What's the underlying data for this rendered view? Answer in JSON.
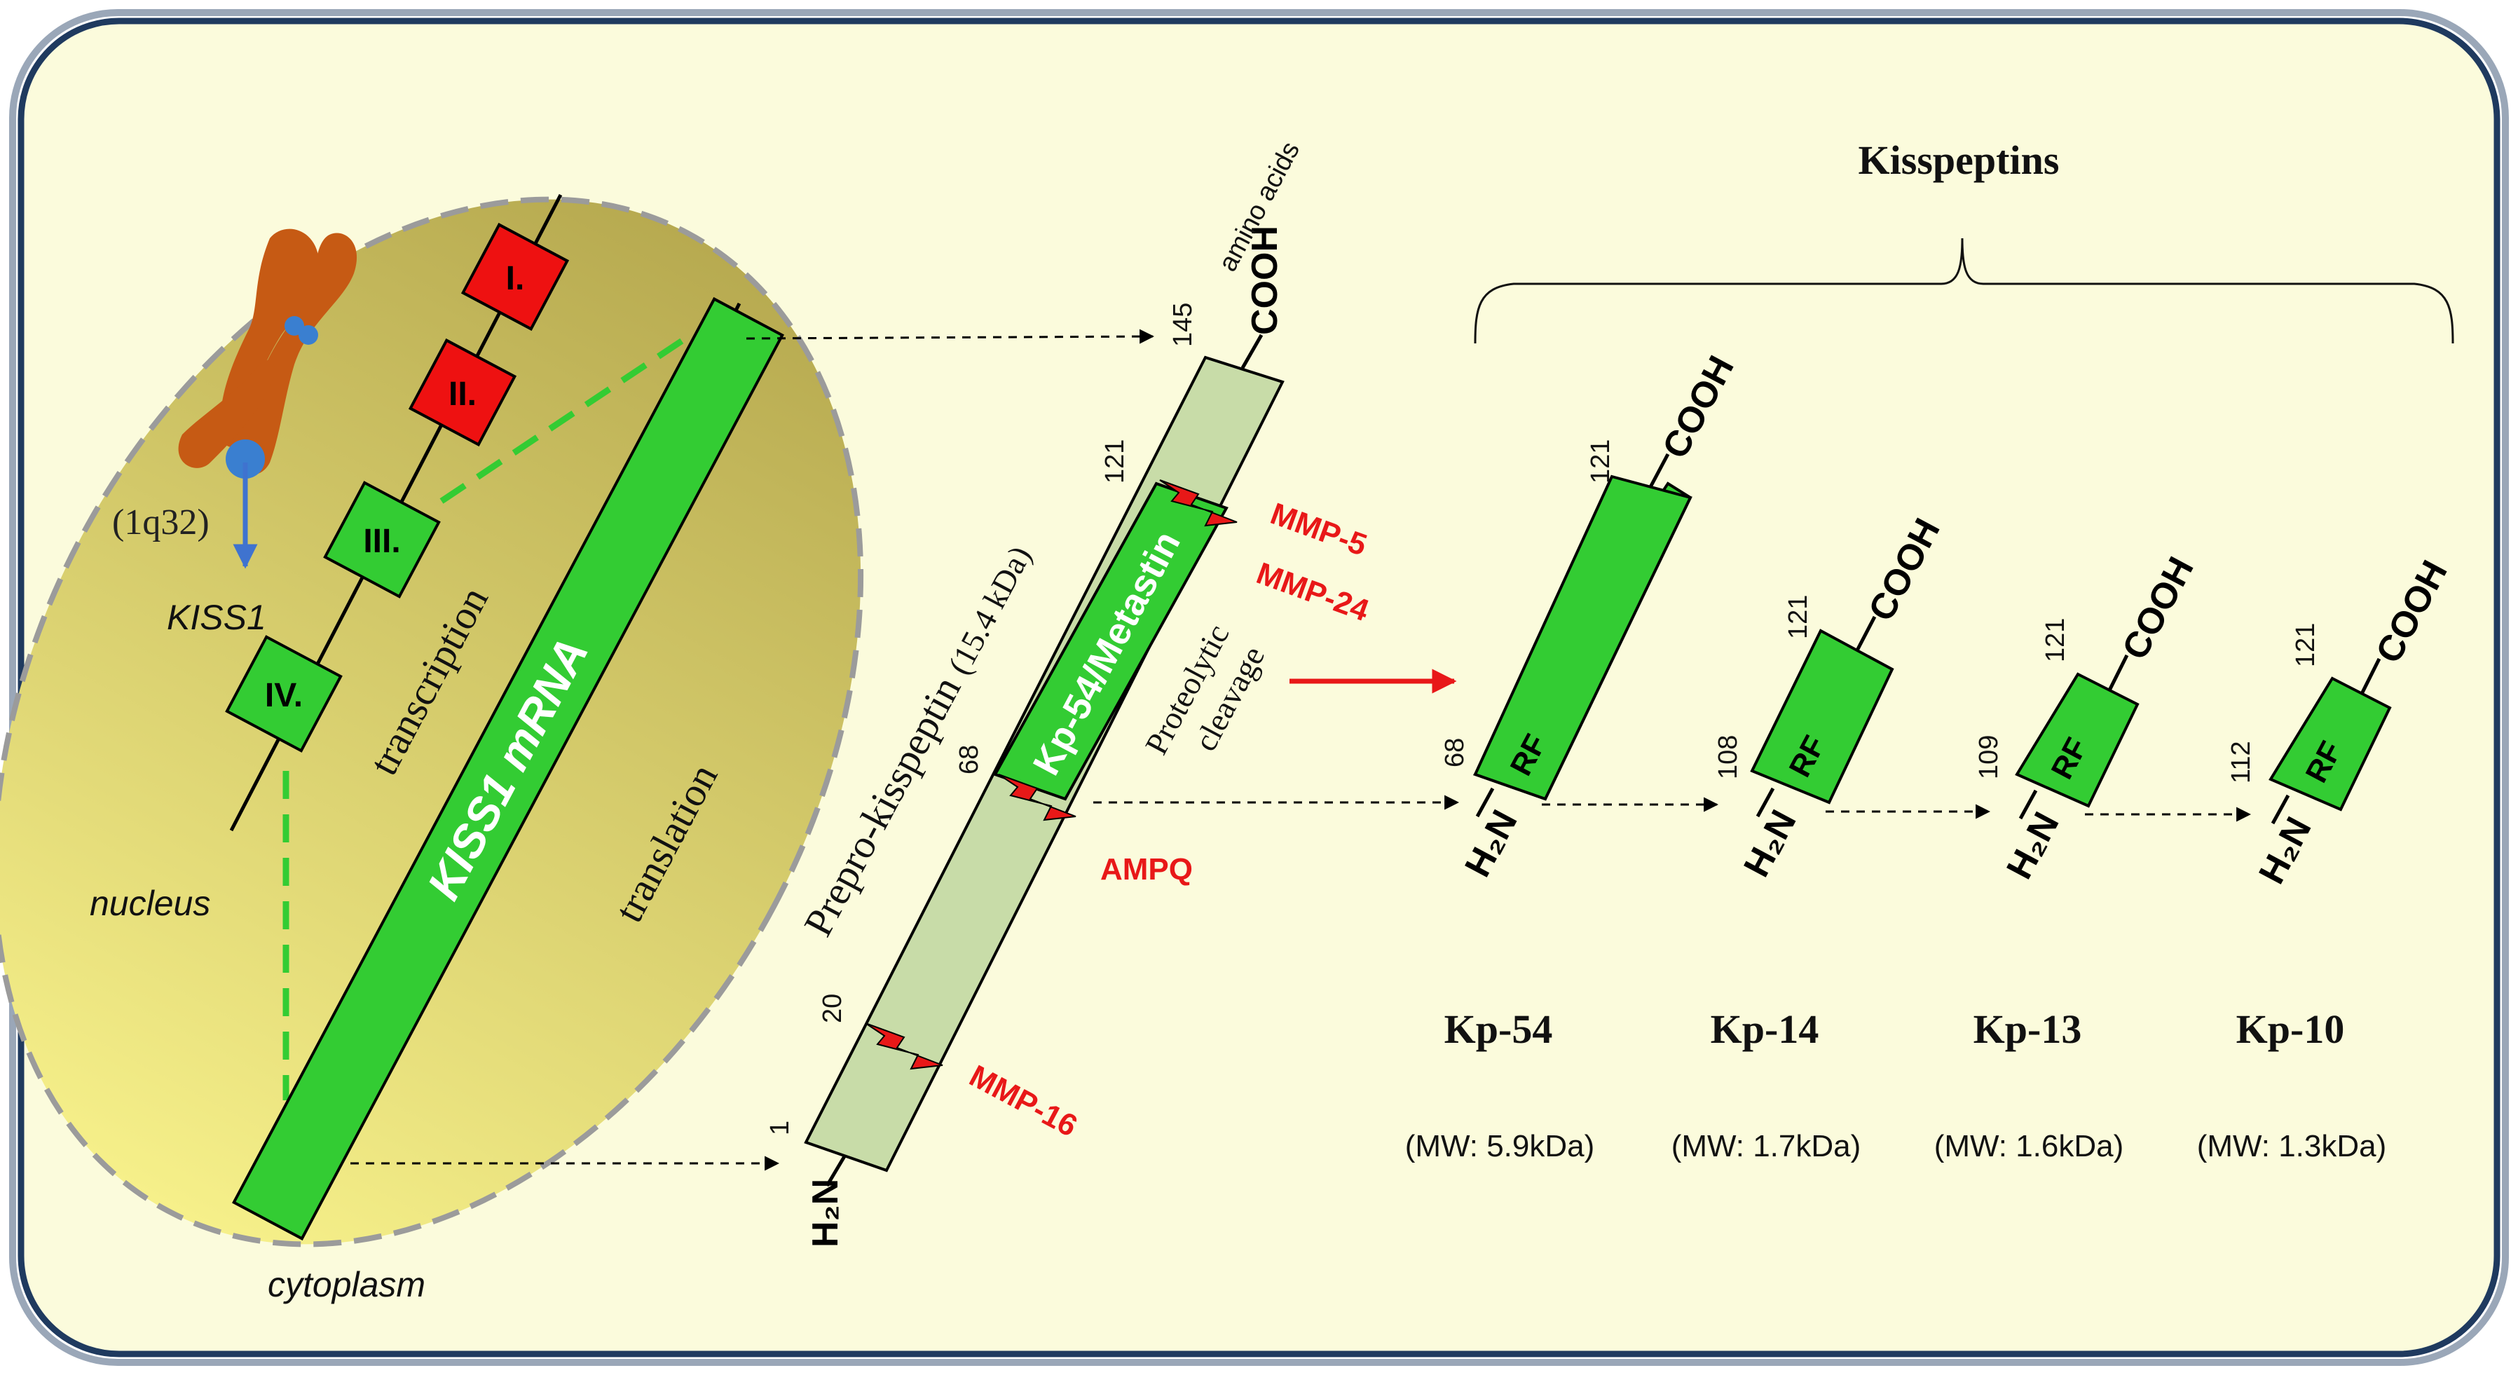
{
  "colors": {
    "background": "#fbfbdc",
    "frame": "#1f3a5f",
    "nucleus_top": "#b8ac52",
    "nucleus_bottom": "#f4ee80",
    "red_box": "#ee1111",
    "green_box": "#33cc33",
    "light_green": "#c8dca8",
    "cleavage_red": "#e81818",
    "chromosome": "#c65a14",
    "centromere": "#3a7fd0",
    "arrow_blue": "#3f73cf"
  },
  "nucleus": {
    "chromosome_label": "(1q32)",
    "gene_label": "KISS1",
    "nucleus_label": "nucleus",
    "cytoplasm_label": "cytoplasm",
    "exons": [
      "I.",
      "II.",
      "III.",
      "IV."
    ],
    "transcription_label": "transcription",
    "mrna_label": "KISS1 mRNA",
    "translation_label": "translation"
  },
  "precursor": {
    "title": "Prepro-kisspeptin",
    "weight": "(15.4 kDa)",
    "amino_acids_label": "amino acids",
    "cooh_label": "COOH",
    "h2n_label": "H₂N",
    "positions": [
      "1",
      "20",
      "68",
      "121",
      "145"
    ],
    "segment_label": "Kp-54/Metastin",
    "cleavage_sites": [
      "MMP-16",
      "AMPQ",
      "MMP-5",
      "MMP-24"
    ],
    "cleavage_label_1": "Proteolytic",
    "cleavage_label_2": "cleavage"
  },
  "kisspeptins": {
    "title": "Kisspeptins",
    "motif_label": "RF",
    "peptides": [
      {
        "name": "Kp-54",
        "weight": "(MW: 5.9kDa)",
        "start": "68",
        "end": "121"
      },
      {
        "name": "Kp-14",
        "weight": "(MW: 1.7kDa)",
        "start": "108",
        "end": "121"
      },
      {
        "name": "Kp-13",
        "weight": "(MW: 1.6kDa)",
        "start": "109",
        "end": "121"
      },
      {
        "name": "Kp-10",
        "weight": "(MW: 1.3kDa)",
        "start": "112",
        "end": "121"
      }
    ]
  }
}
